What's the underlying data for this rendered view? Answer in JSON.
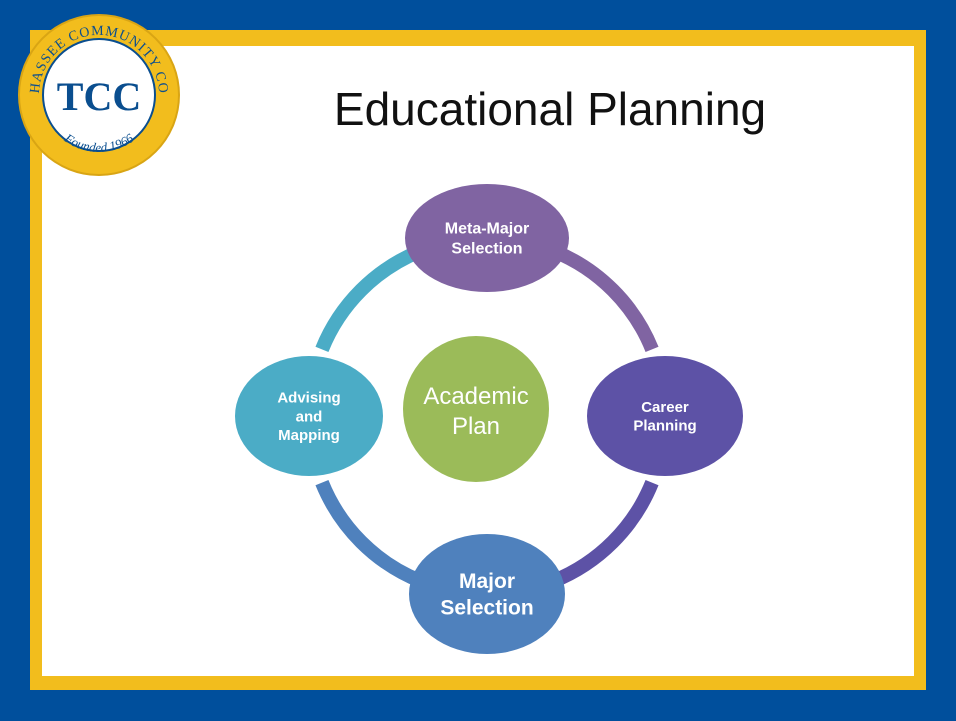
{
  "slide": {
    "title": "Educational Planning",
    "logo": {
      "top_text": "TALLAHASSEE COMMUNITY COLLEGE",
      "bottom_text": "Founded 1966",
      "monogram": "TCC",
      "colors": {
        "ring": "#f2bd1d",
        "inner": "#ffffff",
        "monogram": "#0a4e8f"
      }
    },
    "colors": {
      "background": "#004f9c",
      "frame": "#f2bd1d",
      "panel": "#ffffff"
    }
  },
  "cycle": {
    "center": {
      "lines": [
        "Academic",
        "Plan"
      ],
      "color": "#9bbb59"
    },
    "nodes": [
      {
        "id": "meta-major",
        "lines": [
          "Meta-Major",
          "Selection"
        ],
        "color": "#8064a2"
      },
      {
        "id": "career",
        "lines": [
          "Career",
          "Planning"
        ],
        "color": "#5d52a6"
      },
      {
        "id": "major",
        "lines": [
          "Major",
          "Selection"
        ],
        "color": "#4f81bd"
      },
      {
        "id": "advising",
        "lines": [
          "Advising",
          "and",
          "Mapping"
        ],
        "color": "#4bacc6"
      }
    ],
    "arc_colors": [
      "#8064a2",
      "#5d52a6",
      "#4f81bd",
      "#4bacc6"
    ]
  }
}
